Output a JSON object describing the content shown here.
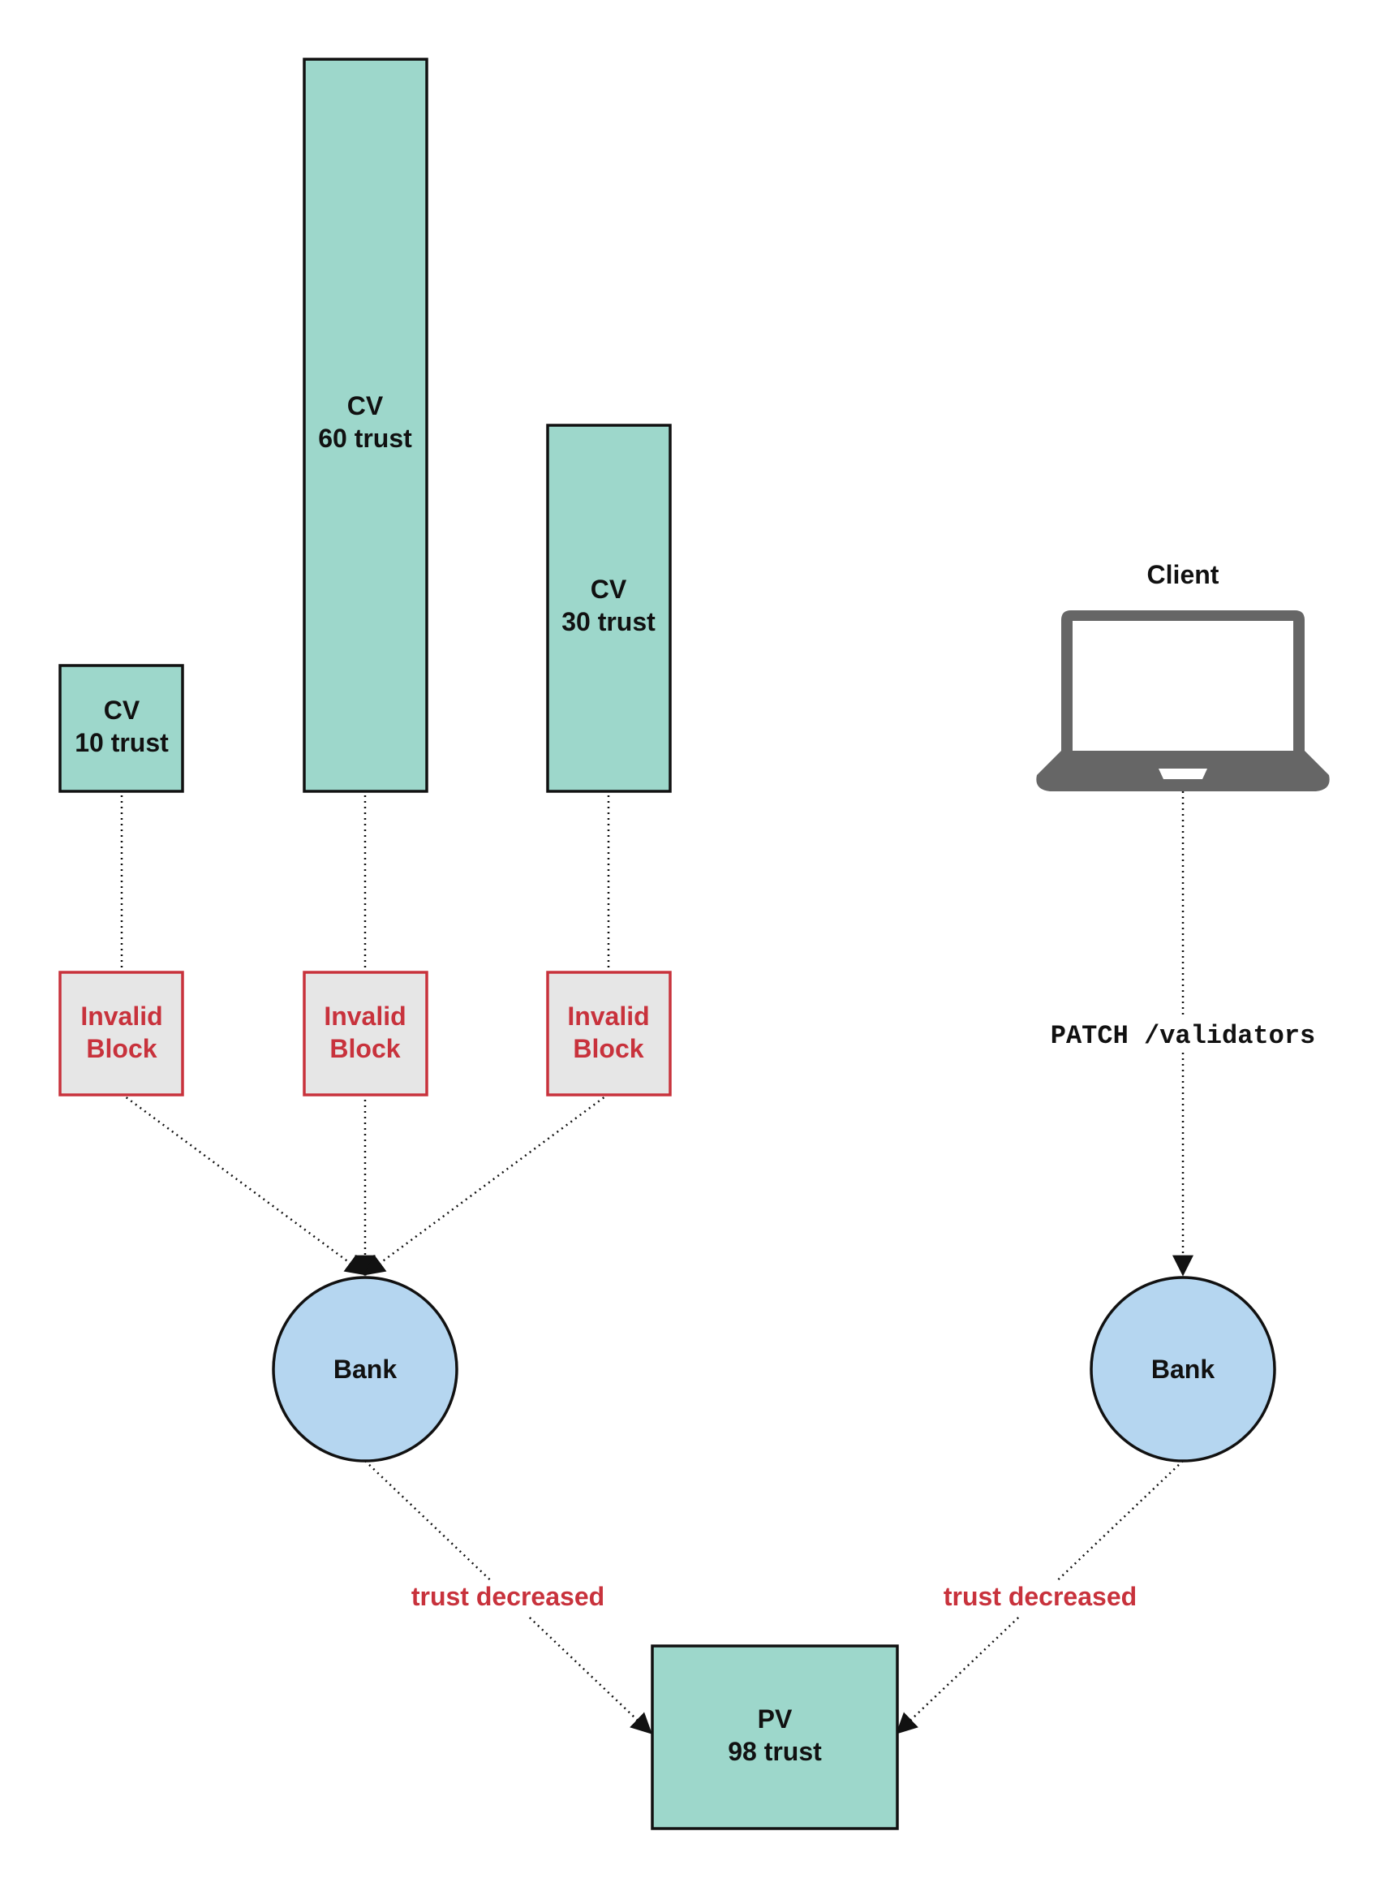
{
  "colors": {
    "validator_fill": "#9dd7cb",
    "bank_fill": "#b5d6f0",
    "invalid_fill": "#e6e6e6",
    "invalid_stroke": "#c8323c",
    "invalid_text": "#c8323c",
    "stroke": "#111111",
    "laptop": "#666666"
  },
  "confirmation_validators": [
    {
      "label": "CV",
      "trust": "10 trust"
    },
    {
      "label": "CV",
      "trust": "60 trust"
    },
    {
      "label": "CV",
      "trust": "30 trust"
    }
  ],
  "invalid_blocks": [
    {
      "line1": "Invalid",
      "line2": "Block"
    },
    {
      "line1": "Invalid",
      "line2": "Block"
    },
    {
      "line1": "Invalid",
      "line2": "Block"
    }
  ],
  "client": {
    "label": "Client",
    "icon": "laptop-icon"
  },
  "request": {
    "label": "PATCH /validators"
  },
  "banks": [
    {
      "label": "Bank"
    },
    {
      "label": "Bank"
    }
  ],
  "trust_edges": [
    {
      "label": "trust decreased"
    },
    {
      "label": "trust decreased"
    }
  ],
  "primary_validator": {
    "label": "PV",
    "trust": "98 trust"
  }
}
